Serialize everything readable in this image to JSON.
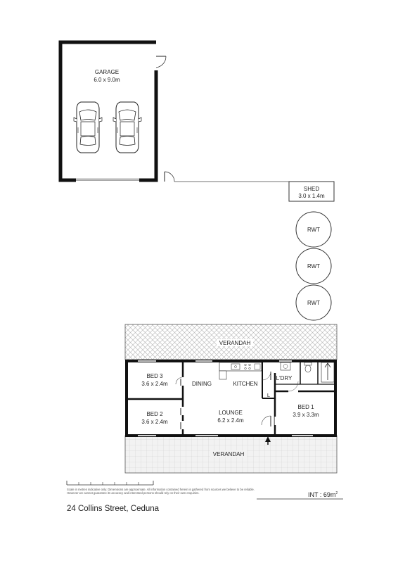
{
  "rooms": {
    "garage": {
      "name": "GARAGE",
      "size": "6.0 x 9.0m"
    },
    "shed": {
      "name": "SHED",
      "size": "3.0 x 1.4m"
    },
    "rwt": [
      "RWT",
      "RWT",
      "RWT"
    ],
    "verandah_top": "VERANDAH",
    "verandah_bottom": "VERANDAH",
    "bed3": {
      "name": "BED 3",
      "size": "3.6 x 2.4m"
    },
    "bed2": {
      "name": "BED 2",
      "size": "3.6 x 2.4m"
    },
    "bed1": {
      "name": "BED 1",
      "size": "3.9 x 3.3m"
    },
    "dining": "DINING",
    "kitchen": "KITCHEN",
    "laundry": "L'DRY",
    "linen": "L",
    "lounge": {
      "name": "LOUNGE",
      "size": "6.2 x 2.4m"
    }
  },
  "footer": {
    "disclaimer": "Scale in metres indicative only. Dimensions are approximate. All information contained herein is gathered from sources we believe to be reliable. However we cannot guarantee its accuracy and interested persons should rely on their own enquiries.",
    "area_label": "INT : 69m",
    "area_unit_sup": "2",
    "address": "24 Collins Street, Ceduna"
  }
}
